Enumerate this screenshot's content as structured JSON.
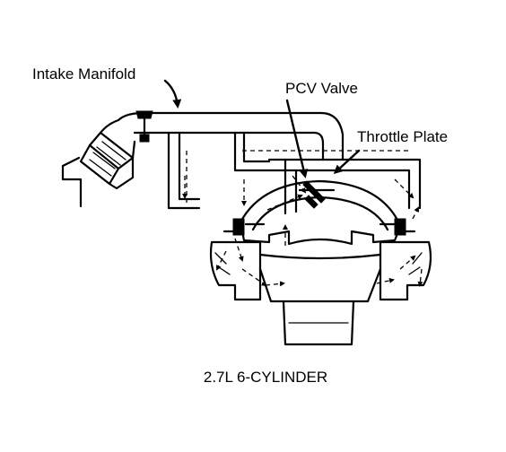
{
  "labels": {
    "intake_manifold": "Intake Manifold",
    "pcv_valve": "PCV Valve",
    "throttle_plate": "Throttle Plate"
  },
  "caption": "2.7L 6-CYLINDER",
  "colors": {
    "ink": "#000000",
    "background": "#ffffff"
  }
}
